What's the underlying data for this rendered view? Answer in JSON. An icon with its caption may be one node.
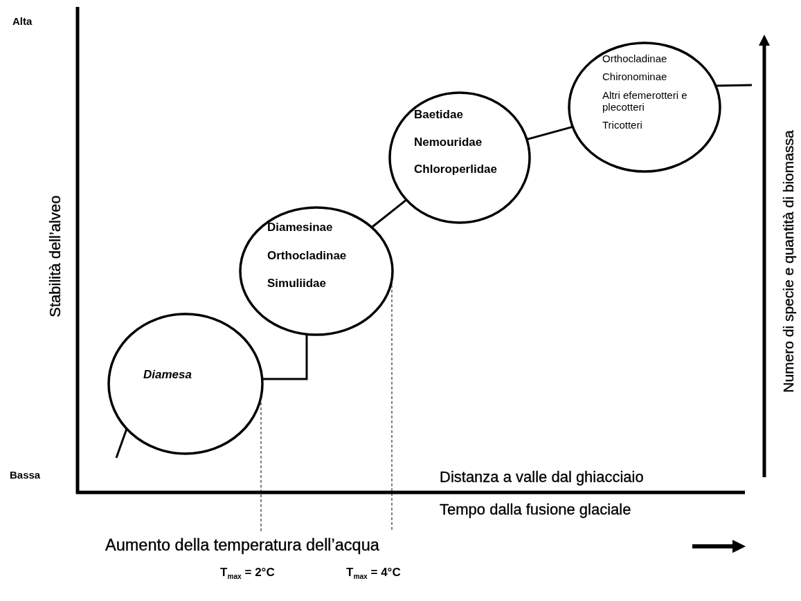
{
  "diagram": {
    "nodes": [
      {
        "text": [
          "Diamesa"
        ]
      },
      {
        "text": [
          "Diamesinae",
          "Orthocladinae",
          "Simuliidae"
        ]
      },
      {
        "text": [
          "Baetidae",
          "Nemouridae",
          "Chloroperlidae"
        ]
      },
      {
        "text": [
          "Orthocladinae",
          "Chironominae",
          "Altri efemerotteri e plecotteri",
          "Tricotteri"
        ]
      }
    ],
    "edges": [
      {
        "from": null,
        "to": 0,
        "arrow": "none"
      },
      {
        "from": 0,
        "to": 1,
        "arrow": "none"
      },
      {
        "from": 1,
        "to": 2,
        "arrow": "none"
      },
      {
        "from": 2,
        "to": 3,
        "arrow": "none"
      },
      {
        "from": 3,
        "to": null,
        "arrow": "none"
      }
    ],
    "labels": [
      "Alta",
      "Stabilità dell’alveo",
      "Numero di specie e quantità di biomassa",
      "Bassa",
      "Distanza a valle dal ghiacciaio",
      "Tempo dalla fusione glaciale",
      "Aumento della temperatura dell’acqua",
      "T$_{max}$ = 2°C",
      "T$_{max}$ = 4°C"
    ]
  }
}
